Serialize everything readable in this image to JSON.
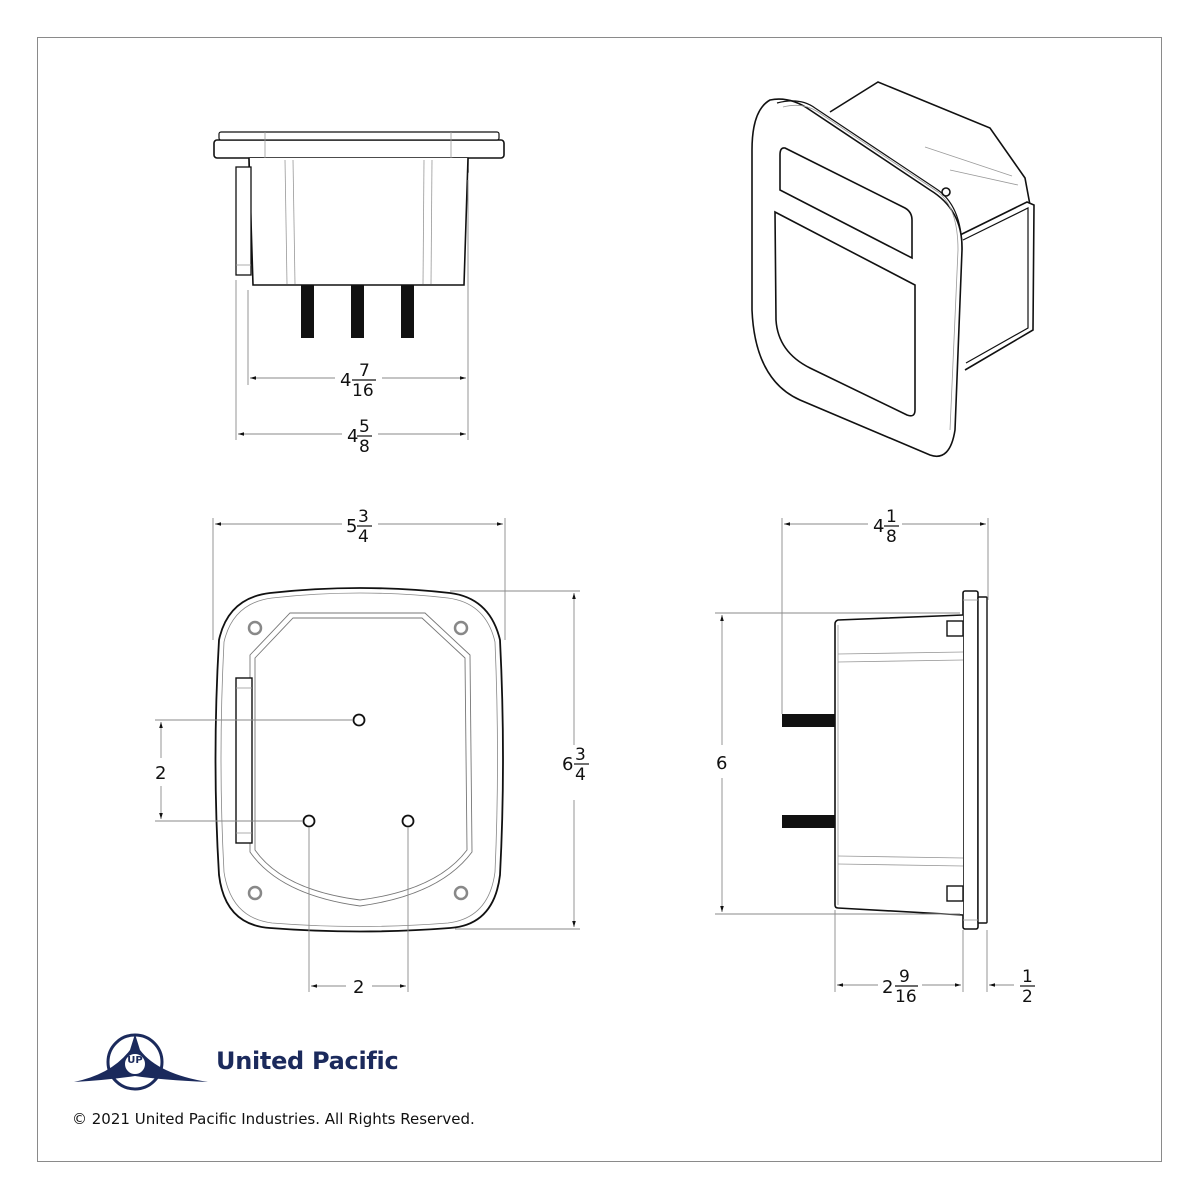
{
  "drawing": {
    "title": "Technical dimension drawing - LED light housing",
    "views": [
      "top-view",
      "isometric-view",
      "rear-view",
      "side-view"
    ],
    "units": "inches",
    "colors": {
      "line": "#111111",
      "dim_line": "#8a8a8a",
      "brand": "#1b2a5c",
      "frame": "#8a8a8a"
    }
  },
  "dimensions": {
    "top_inner_width": {
      "whole": "4",
      "num": "7",
      "den": "16"
    },
    "top_outer_width": {
      "whole": "4",
      "num": "5",
      "den": "8"
    },
    "rear_width": {
      "whole": "5",
      "num": "3",
      "den": "4"
    },
    "rear_height": {
      "whole": "6",
      "num": "3",
      "den": "4"
    },
    "rear_stud_vertical_spacing": "2",
    "rear_stud_horizontal_spacing": "2",
    "side_depth_total": {
      "whole": "4",
      "num": "1",
      "den": "8"
    },
    "side_height": "6",
    "side_body_depth": {
      "whole": "2",
      "num": "9",
      "den": "16"
    },
    "side_flange_thickness": {
      "whole": "",
      "num": "1",
      "den": "2"
    }
  },
  "brand": {
    "name": "United Pacific",
    "logo_letters": "UP",
    "copyright": "© 2021 United Pacific Industries. All Rights Reserved."
  }
}
